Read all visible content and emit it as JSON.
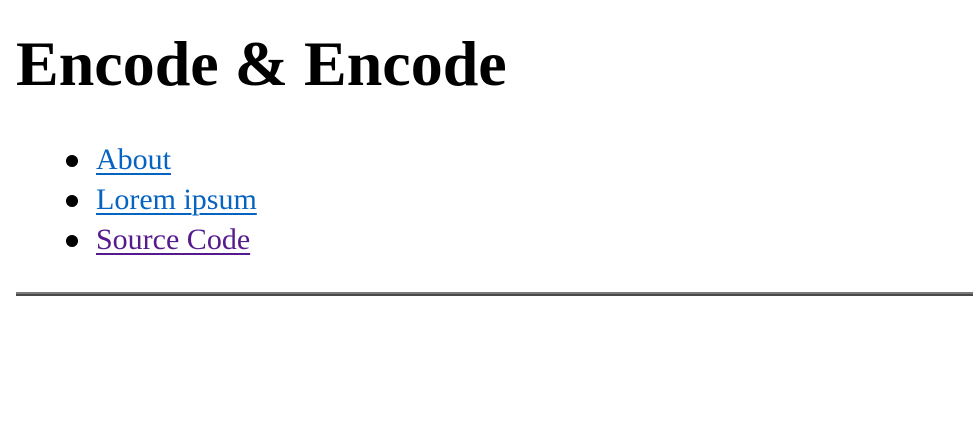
{
  "header": {
    "title": "Encode & Encode"
  },
  "nav": {
    "items": [
      {
        "label": "About",
        "state": "unvisited"
      },
      {
        "label": "Lorem ipsum",
        "state": "unvisited"
      },
      {
        "label": "Source Code",
        "state": "visited"
      }
    ]
  },
  "colors": {
    "link": "#0563c1",
    "visited_link": "#551a8b",
    "text": "#000000",
    "divider": "#6b6b6b"
  }
}
